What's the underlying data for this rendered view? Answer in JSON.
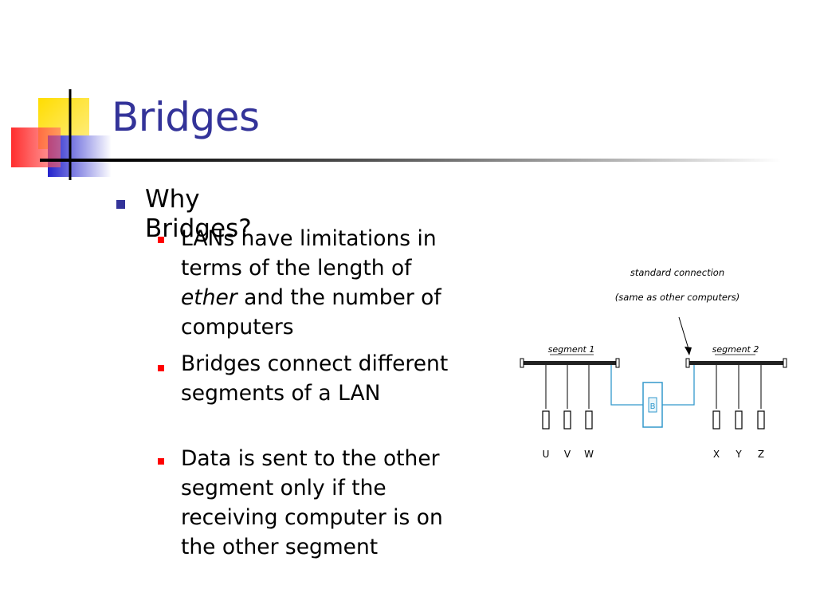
{
  "slide": {
    "title": "Bridges",
    "bullets": [
      {
        "text": "Why Bridges?",
        "children": [
          {
            "parts": [
              "LANs have limitations in terms of the length of ",
              "ether",
              " and the number of computers"
            ]
          },
          {
            "parts": [
              "Bridges connect different segments of a LAN"
            ]
          },
          {
            "parts": [
              "Data is sent to the other segment only if the receiving computer is on the other segment"
            ]
          }
        ]
      }
    ]
  },
  "diagram": {
    "annotation_line1": "standard connection",
    "annotation_line2": "(same as other computers)",
    "segment1_label": "segment 1",
    "segment2_label": "segment 2",
    "bridge_label": "B",
    "computers_left": [
      "U",
      "V",
      "W"
    ],
    "computers_right": [
      "X",
      "Y",
      "Z"
    ]
  },
  "colors": {
    "title": "#333399",
    "level1_bullet": "#333399",
    "level2_bullet": "#ff0000",
    "bridge_link": "#3399cc",
    "deco_yellow": "#ffcc00",
    "deco_blue": "#3333cc",
    "deco_red": "#ff3333"
  }
}
